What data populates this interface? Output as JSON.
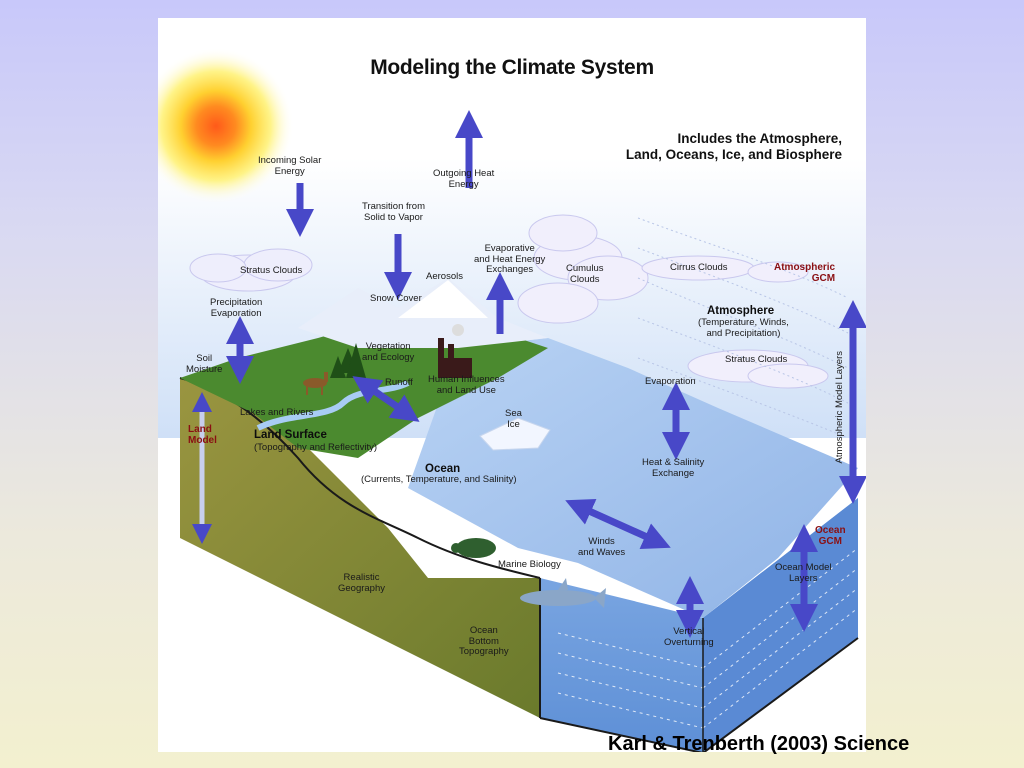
{
  "diagram": {
    "title": "Modeling the Climate System",
    "subtitle": "Includes the Atmosphere,\nLand, Oceans, Ice, and Biosphere",
    "labels": {
      "incoming_solar": "Incoming Solar\nEnergy",
      "outgoing_heat": "Outgoing Heat\nEnergy",
      "transition": "Transition from\nSolid to Vapor",
      "evaporative": "Evaporative\nand Heat Energy\nExchanges",
      "aerosols": "Aerosols",
      "stratus_1": "Stratus Clouds",
      "snow_cover": "Snow Cover",
      "precip_evap": "Precipitation\nEvaporation",
      "soil_moisture": "Soil\nMoisture",
      "vegetation": "Vegetation\nand Ecology",
      "runoff": "Runoff",
      "human": "Human Influences\nand Land Use",
      "lakes": "Lakes and Rivers",
      "land_model": "Land\nModel",
      "land_surface": "Land Surface",
      "land_surface_sub": "(Topography  and Reflectivity)",
      "sea_ice": "Sea\nIce",
      "ocean": "Ocean",
      "ocean_sub": "(Currents, Temperature, and Salinity)",
      "cumulus": "Cumulus\nClouds",
      "cirrus": "Cirrus Clouds",
      "atm_gcm": "Atmospheric\nGCM",
      "atmosphere": "Atmosphere",
      "atmosphere_sub": "(Temperature, Winds,\nand Precipitation)",
      "stratus_2": "Stratus Clouds",
      "evaporation": "Evaporation",
      "heat_salinity": "Heat & Salinity\nExchange",
      "atm_layers": "Atmospheric Model Layers",
      "ocean_gcm": "Ocean\nGCM",
      "ocean_layers": "Ocean Model\nLayers",
      "winds_waves": "Winds\nand Waves",
      "marine_bio": "Marine Biology",
      "realistic_geo": "Realistic\nGeography",
      "ocean_bottom": "Ocean\nBottom\nTopography",
      "vertical_overturning": "Vertical\nOverturning"
    },
    "colors": {
      "arrow": "#4848c8",
      "ocean": "#8fb8ea",
      "ocean_deep": "#6f9ad8",
      "land_green": "#3d7a2a",
      "ground": "#8c8a3a",
      "sun": "#ff6a1a",
      "label_red": "#8a0f12"
    }
  },
  "citation": "Karl & Trenberth (2003) Science"
}
